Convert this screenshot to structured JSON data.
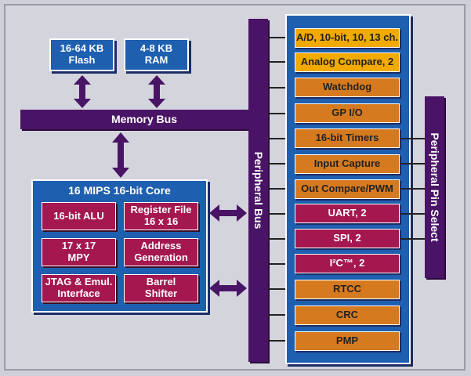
{
  "memory": {
    "flash": "16-64 KB\nFlash",
    "ram": "4-8 KB\nRAM"
  },
  "buses": {
    "memory_bus": "Memory Bus",
    "peripheral_bus": "Peripheral Bus",
    "peripheral_pin_select": "Peripheral Pin Select"
  },
  "core": {
    "title": "16 MIPS 16-bit Core",
    "cells": [
      "16-bit ALU",
      "Register File\n16 x 16",
      "17 x 17\nMPY",
      "Address\nGeneration",
      "JTAG & Emul.\nInterface",
      "Barrel\nShifter"
    ]
  },
  "peripherals": [
    "A/D, 10-bit, 10, 13 ch.",
    "Analog Compare, 2",
    "Watchdog",
    "GP I/O",
    "16-bit Timers",
    "Input Capture",
    "Out Compare/PWM",
    "UART, 2",
    "SPI, 2",
    "I²C™, 2",
    "RTCC",
    "CRC",
    "PMP"
  ],
  "colors": {
    "background": "#d4d4dd",
    "block_blue": "#1f5fb0",
    "bus_purple": "#4a1466",
    "core_cell_magenta": "#a4174f",
    "analog_yellow": "#f2a900",
    "peripheral_orange": "#d67a1f"
  }
}
